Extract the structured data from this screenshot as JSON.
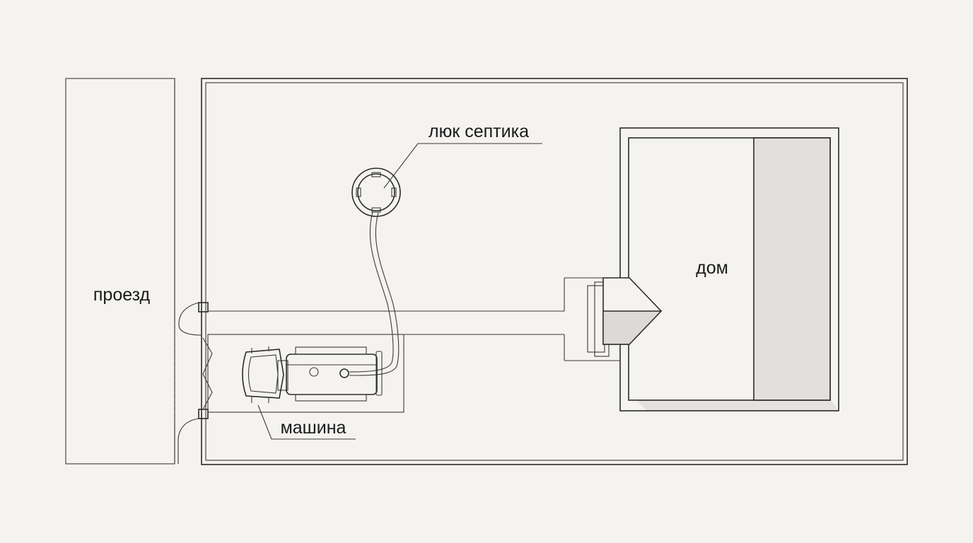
{
  "labels": {
    "driveway": "проезд",
    "septic_hatch": "люк септика",
    "house": "дом",
    "truck": "машина"
  },
  "colors": {
    "background": "#f5f3f0",
    "line": "#2b2b2b",
    "house_shade": "#e2e0dd"
  },
  "icons": {
    "septic_hatch": "manhole-cover-icon",
    "truck": "septic-truck-icon"
  }
}
